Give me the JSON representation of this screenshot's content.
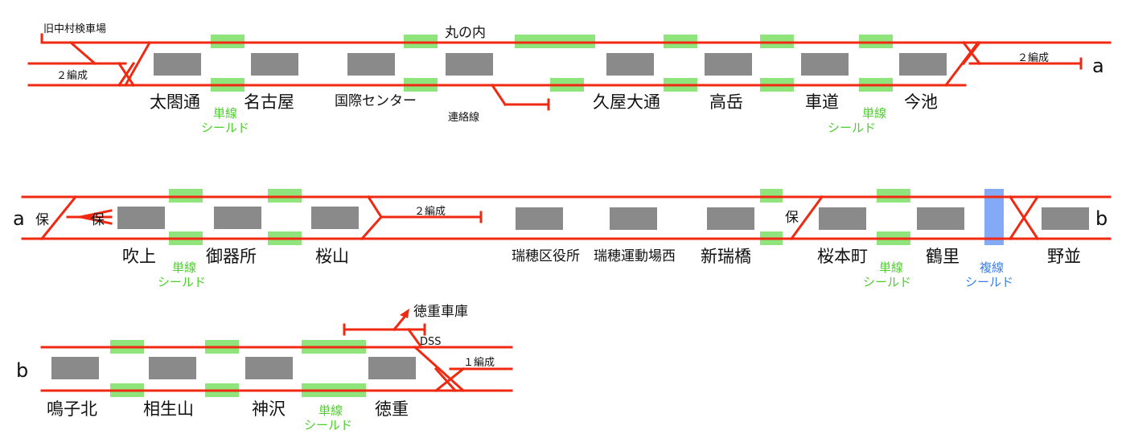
{
  "colors": {
    "track": "#f02a12",
    "platform": "#8a8a8a",
    "shield_single": "#8fe57c",
    "shield_double": "#84a9f7",
    "note_single": "#4ccf2c",
    "note_double": "#3a7ee6"
  },
  "connectors": {
    "a": "a",
    "b": "b"
  },
  "row1": {
    "yard_old": "旧中村検車場",
    "formation_left": "２編成",
    "formation_right": "２編成",
    "marunouchi": "丸の内",
    "connecting_line": "連絡線",
    "stations": [
      "太閤通",
      "名古屋",
      "国際センター",
      "久屋大通",
      "高岳",
      "車道",
      "今池"
    ],
    "shield_notes": [
      {
        "line1": "単線",
        "line2": "シールド"
      },
      {
        "line1": "単線",
        "line2": "シールド"
      }
    ]
  },
  "row2": {
    "ho": "保",
    "formation": "２編成",
    "stations": [
      "吹上",
      "御器所",
      "桜山",
      "瑞穂区役所",
      "瑞穂運動場西",
      "新瑞橋",
      "桜本町",
      "鶴里",
      "野並"
    ],
    "shield_notes": [
      {
        "line1": "単線",
        "line2": "シールド"
      },
      {
        "line1": "単線",
        "line2": "シールド"
      }
    ],
    "double_note": {
      "line1": "複線",
      "line2": "シールド"
    }
  },
  "row3": {
    "depot": "徳重車庫",
    "dss": "DSS",
    "formation": "１編成",
    "stations": [
      "鳴子北",
      "相生山",
      "神沢",
      "徳重"
    ],
    "shield_note": {
      "line1": "単線",
      "line2": "シールド"
    }
  }
}
